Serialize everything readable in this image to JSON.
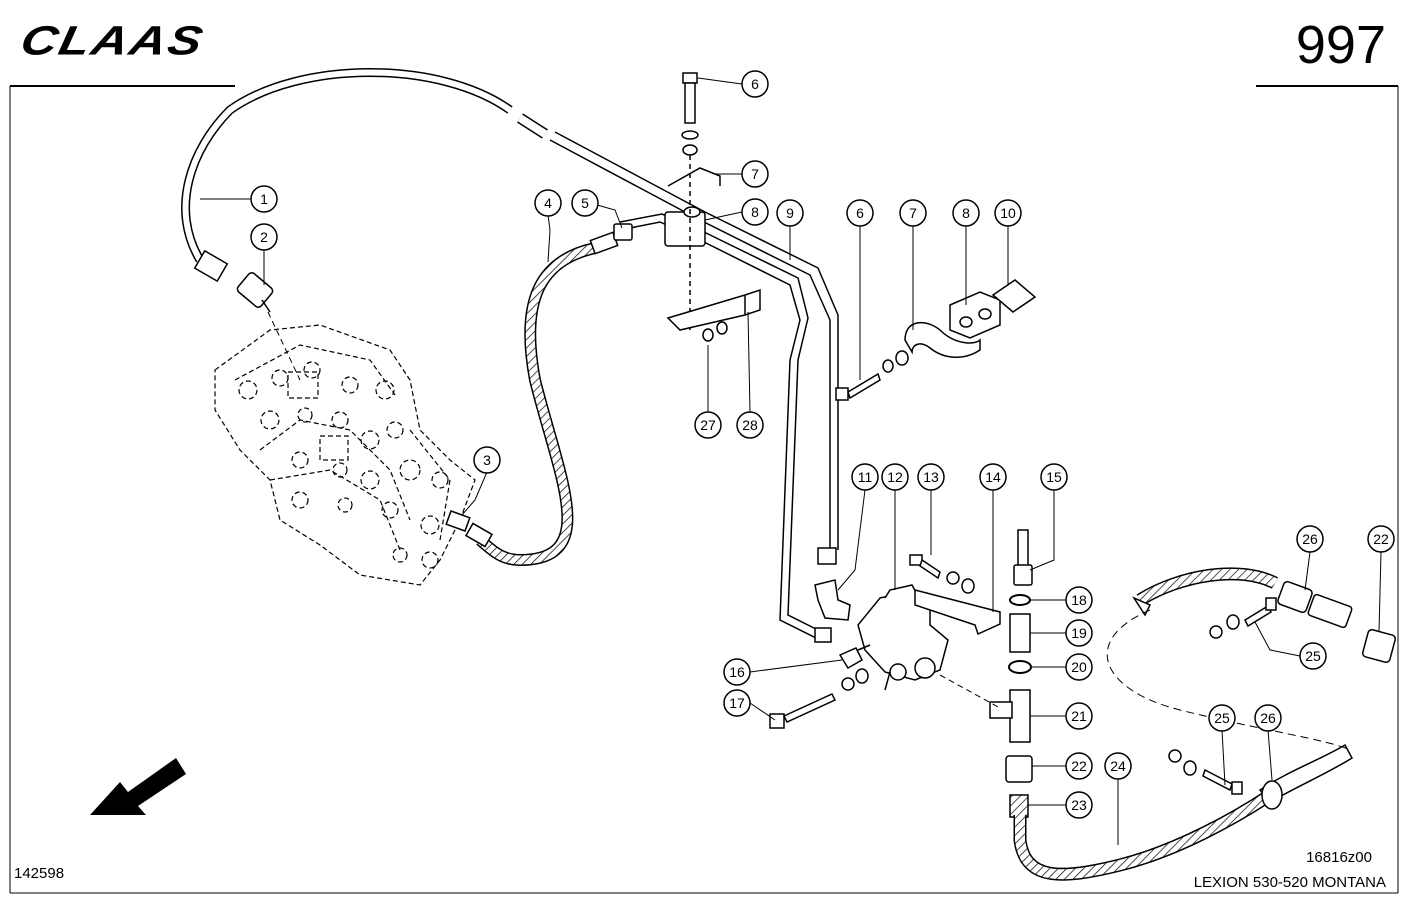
{
  "header": {
    "brand_logo": "CLAAS",
    "page_number": "997"
  },
  "footer": {
    "document_number": "142598",
    "drawing_number": "16816z00",
    "model": "LEXION 530-520 MONTANA"
  },
  "callouts": [
    {
      "id": "c1",
      "label": "1"
    },
    {
      "id": "c2",
      "label": "2"
    },
    {
      "id": "c3",
      "label": "3"
    },
    {
      "id": "c4",
      "label": "4"
    },
    {
      "id": "c5",
      "label": "5"
    },
    {
      "id": "c6a",
      "label": "6"
    },
    {
      "id": "c7a",
      "label": "7"
    },
    {
      "id": "c8a",
      "label": "8"
    },
    {
      "id": "c9",
      "label": "9"
    },
    {
      "id": "c6b",
      "label": "6"
    },
    {
      "id": "c7b",
      "label": "7"
    },
    {
      "id": "c8b",
      "label": "8"
    },
    {
      "id": "c10",
      "label": "10"
    },
    {
      "id": "c27",
      "label": "27"
    },
    {
      "id": "c28",
      "label": "28"
    },
    {
      "id": "c11",
      "label": "11"
    },
    {
      "id": "c12",
      "label": "12"
    },
    {
      "id": "c13",
      "label": "13"
    },
    {
      "id": "c14",
      "label": "14"
    },
    {
      "id": "c15",
      "label": "15"
    },
    {
      "id": "c18",
      "label": "18"
    },
    {
      "id": "c19",
      "label": "19"
    },
    {
      "id": "c20",
      "label": "20"
    },
    {
      "id": "c21",
      "label": "21"
    },
    {
      "id": "c22a",
      "label": "22"
    },
    {
      "id": "c23",
      "label": "23"
    },
    {
      "id": "c24",
      "label": "24"
    },
    {
      "id": "c25a",
      "label": "25"
    },
    {
      "id": "c26a",
      "label": "26"
    },
    {
      "id": "c26b",
      "label": "26"
    },
    {
      "id": "c22b",
      "label": "22"
    },
    {
      "id": "c25b",
      "label": "25"
    },
    {
      "id": "c16",
      "label": "16"
    },
    {
      "id": "c17",
      "label": "17"
    }
  ]
}
